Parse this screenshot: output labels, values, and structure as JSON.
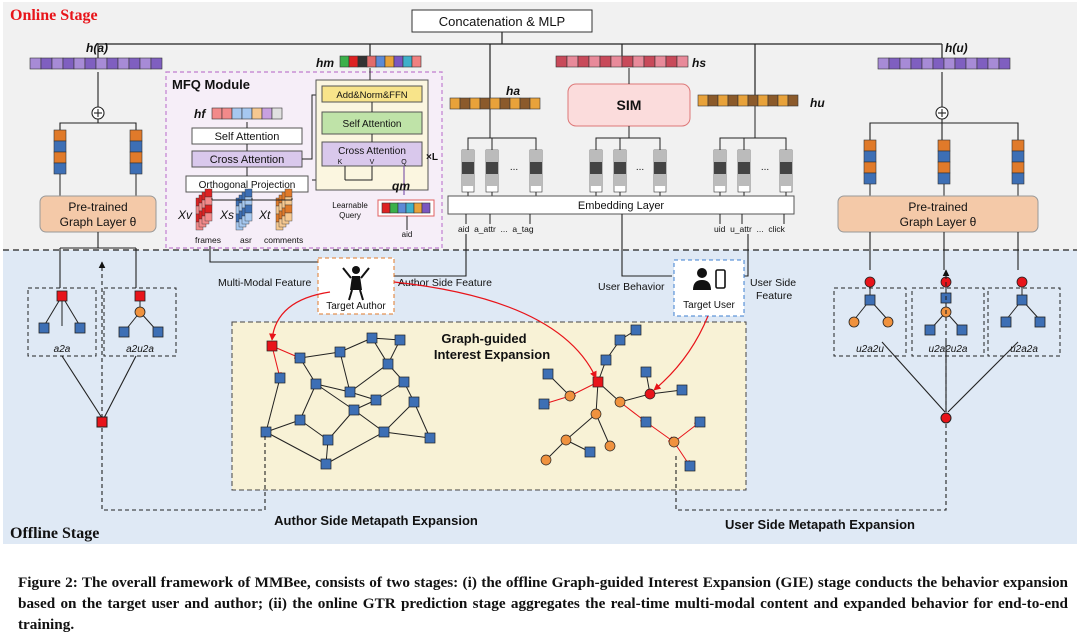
{
  "stages": {
    "online": "Online Stage",
    "offline": "Offline Stage"
  },
  "top": {
    "concat_mlp": "Concatenation & MLP"
  },
  "vectors": {
    "h_a_left": "h(a)",
    "h_u_right": "h(u)",
    "h_m": "hm",
    "h_s": "hs",
    "h_a": "ha",
    "h_u": "hu",
    "h_f": "hf",
    "q_m": "qm"
  },
  "mfq": {
    "title": "MFQ Module",
    "self_attention": "Self Attention",
    "cross_attention": "Cross Attention",
    "orthogonal": "Orthogonal Projection",
    "x_v": "Xv",
    "x_s": "Xs",
    "x_t": "Xt",
    "frames": "frames",
    "asr": "asr",
    "comments": "comments",
    "add_norm": "Add&Norm&FFN",
    "inner_self": "Self Attention",
    "inner_cross": "Cross Attention",
    "k": "K",
    "v": "V",
    "q": "Q",
    "times_l": "×L",
    "learnable_query": "Learnable Query",
    "aid": "aid"
  },
  "middle": {
    "sim": "SIM",
    "embedding": "Embedding Layer",
    "author_feats": "aid  a_attr  ...  a_tag",
    "user_feats": "uid  u_attr  ...  click",
    "dots": "..."
  },
  "graph_layer": {
    "left": [
      "Pre-trained",
      "Graph Layer θ"
    ],
    "right": [
      "Pre-trained",
      "Graph Layer θ"
    ]
  },
  "labels": {
    "multi_modal": "Multi-Modal Feature",
    "author_side": "Author Side Feature",
    "target_author": "Target Author",
    "user_behavior": "User Behavior",
    "target_user": "Target User",
    "user_side": [
      "User Side",
      "Feature"
    ]
  },
  "metapaths": {
    "left": [
      "a2a",
      "a2u2a"
    ],
    "right": [
      "u2a2u",
      "u2a2u2a",
      "u2a2a"
    ]
  },
  "gie": {
    "title": [
      "Graph-guided",
      "Interest Expansion"
    ]
  },
  "expansion": {
    "author": "Author Side Metapath Expansion",
    "user": "User Side Metapath Expansion"
  },
  "colors": {
    "online_bg": "#f1f1f1",
    "offline_bg": "#dfe9f5",
    "gie_bg": "#f8f2d6",
    "mfq_bg": "#f6eef8",
    "graph_layer": "#f4c9a8",
    "red": "#e8141a",
    "blue": "#2f6db5",
    "orange": "#f0923e"
  },
  "caption": "Figure 2: The overall framework of MMBee, consists of two stages: (i) the offline Graph-guided Interest Expansion (GIE) stage conducts the behavior expansion based on the target user and author; (ii) the online GTR prediction stage aggregates the real-time multi-modal content and expanded behavior for end-to-end training."
}
